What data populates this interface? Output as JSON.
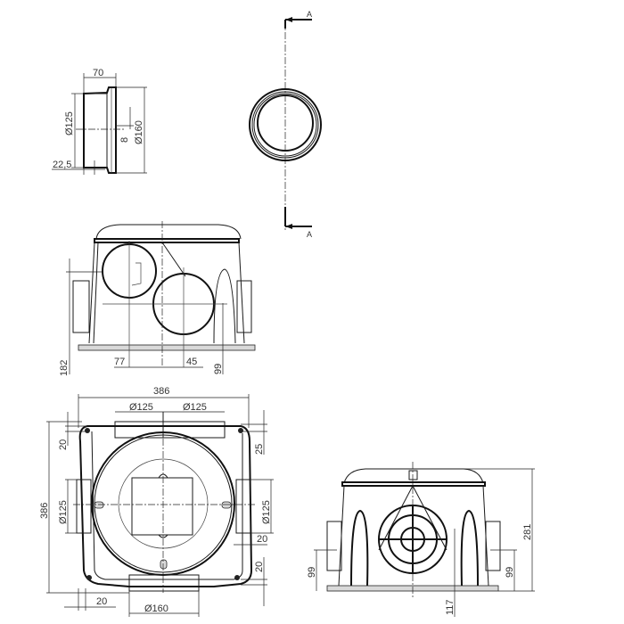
{
  "drawing": {
    "line_color": "#1a1a1a",
    "text_color": "#333333",
    "background": "#ffffff"
  },
  "spigot_detail": {
    "dim_length": "70",
    "dim_inner_diameter": "Ø125",
    "dim_outer_diameter": "Ø160",
    "dim_flange": "8",
    "dim_offset": "22,5"
  },
  "section_view": {
    "section_label_top": "A",
    "section_label_bottom": "A"
  },
  "front_view": {
    "dim_height": "182",
    "dim_left_offset": "77",
    "dim_right_offset": "45",
    "dim_side_height": "99"
  },
  "top_view": {
    "dim_width": "386",
    "dim_inlet_left": "Ø125",
    "dim_inlet_right": "Ø125",
    "dim_top_left": "20",
    "dim_top_right": "25",
    "dim_depth": "386",
    "dim_side_left": "Ø125",
    "dim_side_right": "Ø125",
    "dim_right_offset": "20",
    "dim_bottom_right": "20",
    "dim_bottom_left": "20",
    "dim_outlet": "Ø160"
  },
  "side_view": {
    "dim_left_height": "99",
    "dim_right_height": "99",
    "dim_total_height": "281",
    "dim_outlet_height": "117"
  }
}
